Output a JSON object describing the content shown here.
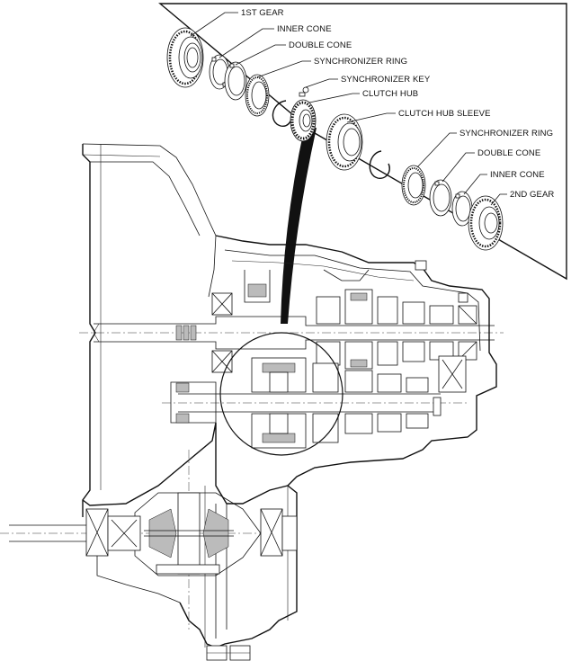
{
  "labels": {
    "first_gear": "1ST GEAR",
    "inner_cone_1": "INNER CONE",
    "double_cone_1": "DOUBLE CONE",
    "sync_ring_1": "SYNCHRONIZER RING",
    "sync_key": "SYNCHRONIZER KEY",
    "clutch_hub": "CLUTCH HUB",
    "clutch_hub_sleeve": "CLUTCH HUB SLEEVE",
    "sync_ring_2": "SYNCHRONIZER RING",
    "double_cone_2": "DOUBLE CONE",
    "inner_cone_2": "INNER CONE",
    "second_gear": "2ND GEAR"
  }
}
